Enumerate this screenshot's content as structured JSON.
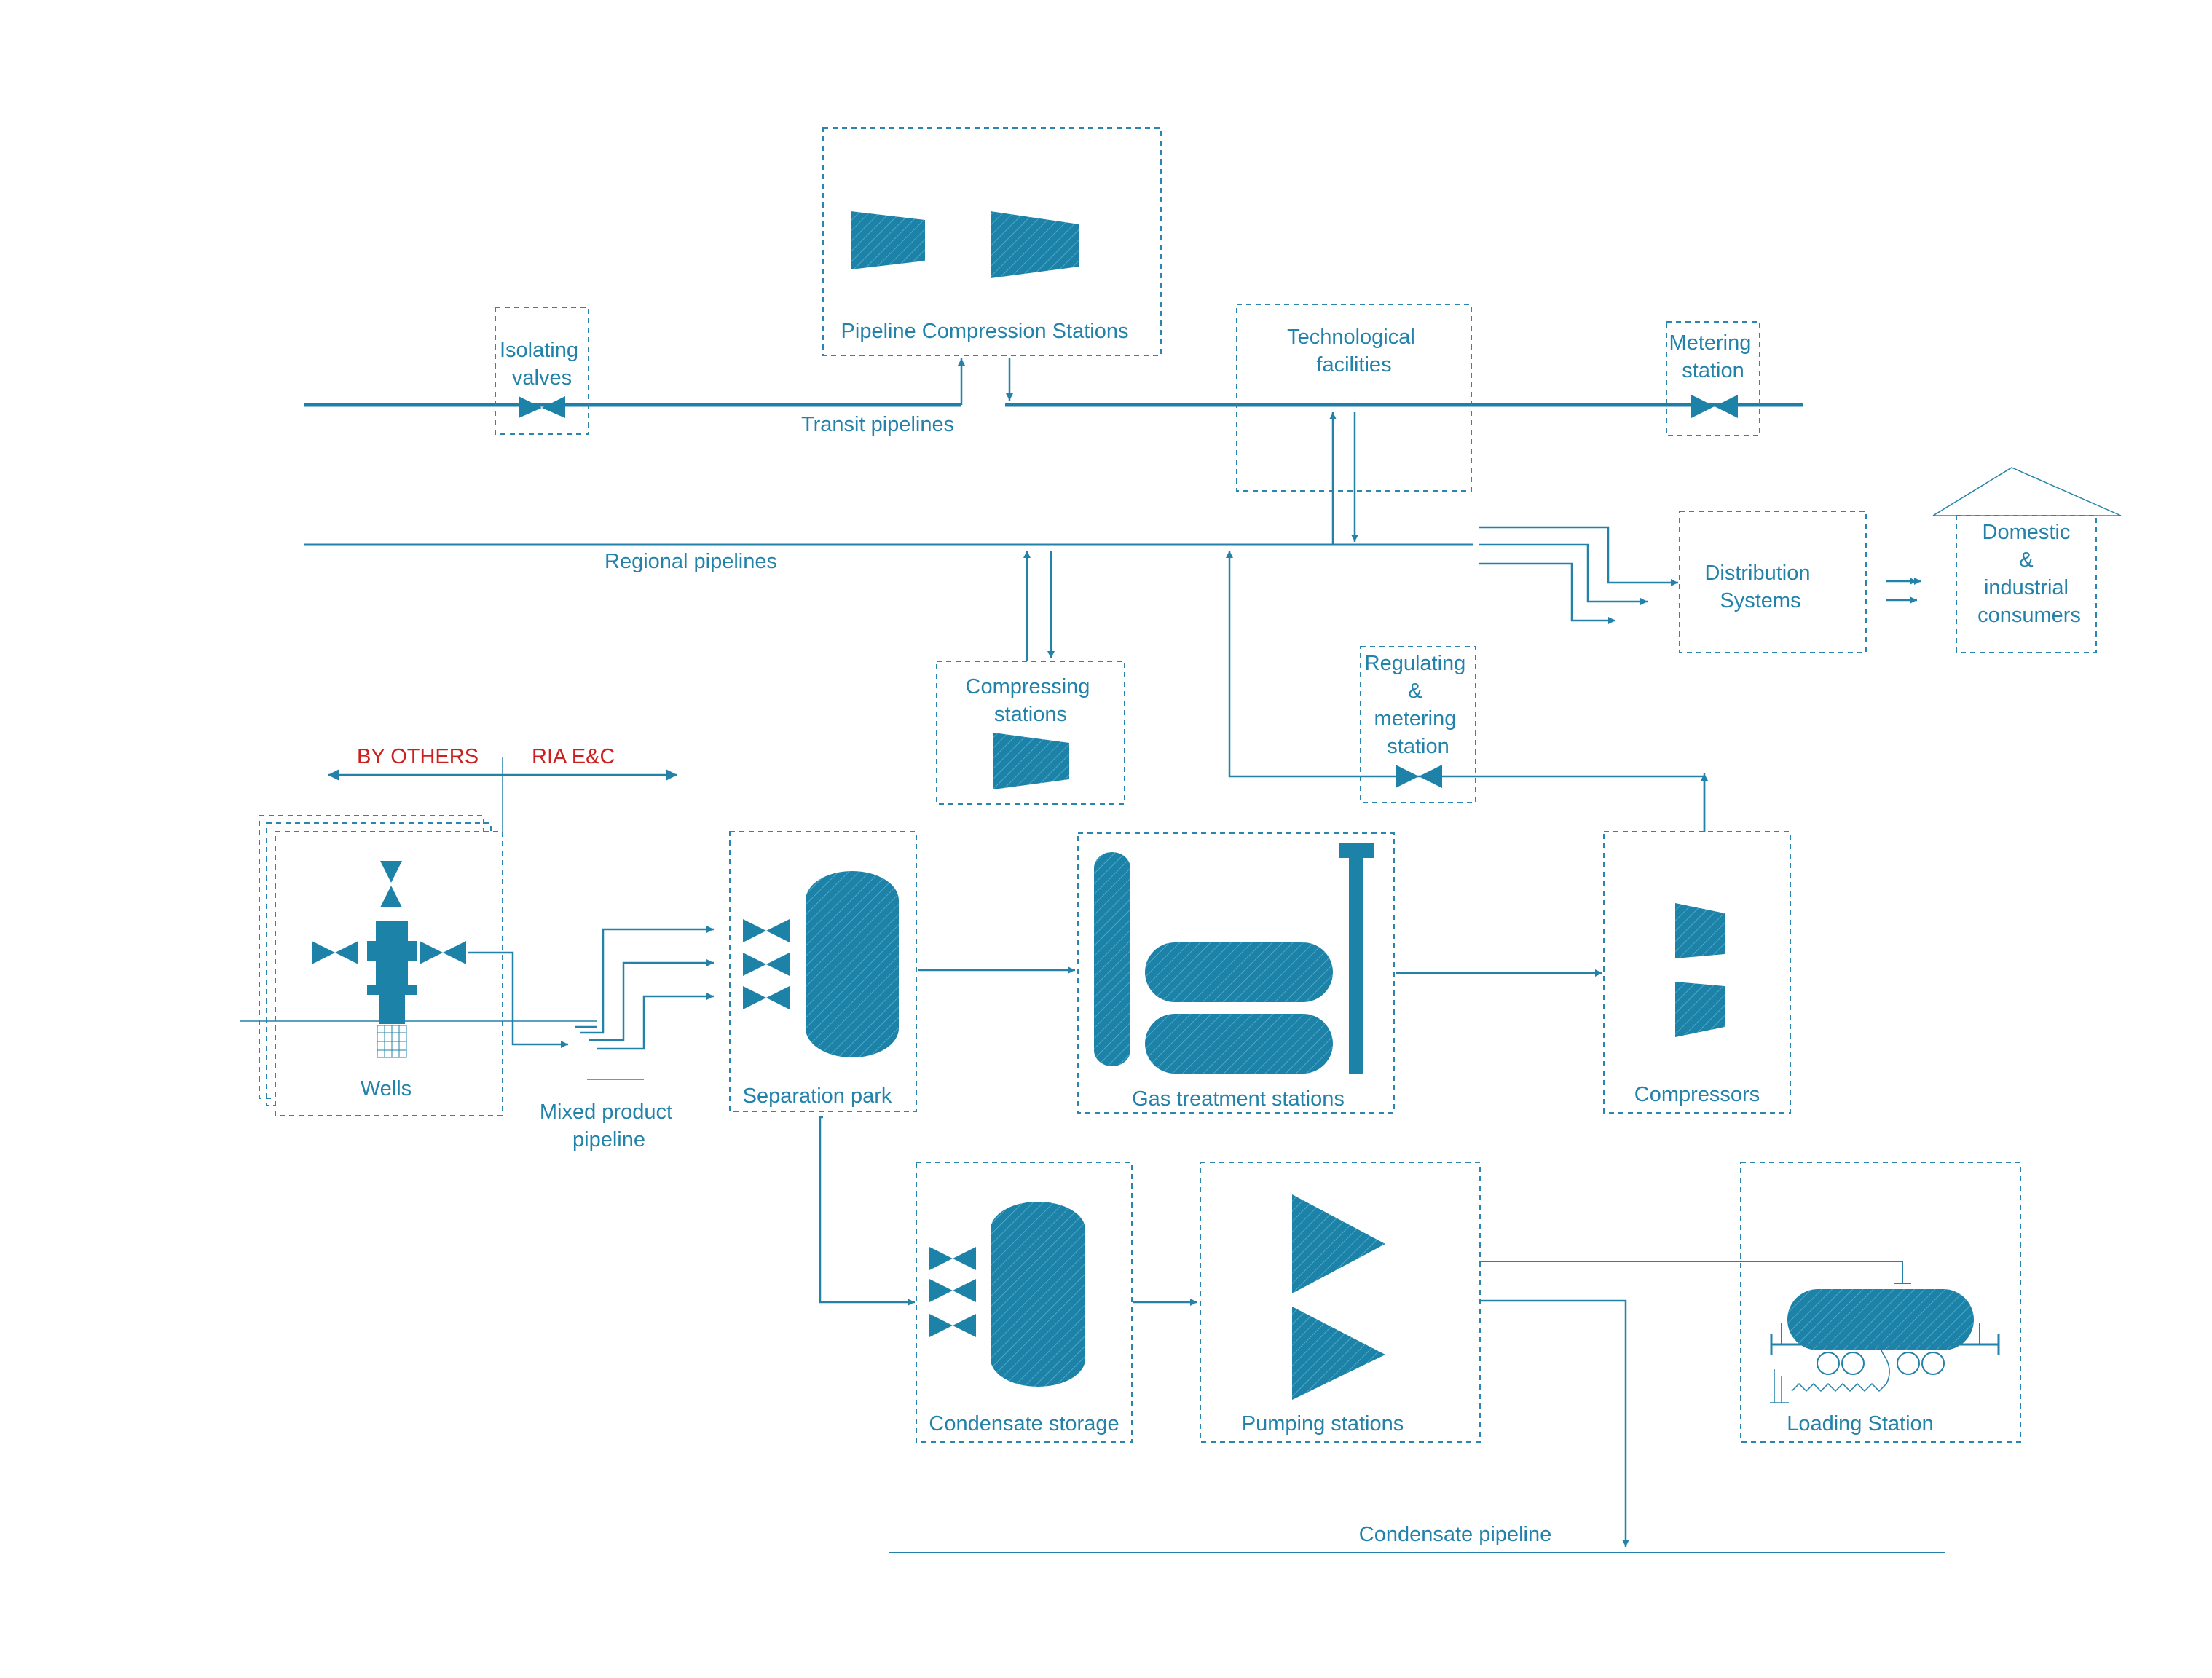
{
  "labels": {
    "pipeline_compression_stations": "Pipeline Compression Stations",
    "isolating_valves": [
      "Isolating",
      "valves"
    ],
    "transit_pipelines": "Transit pipelines",
    "technological_facilities": [
      "Technological",
      "facilities"
    ],
    "metering_station": [
      "Metering",
      "station"
    ],
    "regional_pipelines": "Regional pipelines",
    "distribution_systems": [
      "Distribution",
      "Systems"
    ],
    "domestic_consumers": [
      "Domestic",
      "&",
      "industrial",
      "consumers"
    ],
    "compressing_stations": [
      "Compressing",
      "stations"
    ],
    "regulating_metering_station": [
      "Regulating",
      "&",
      "metering",
      "station"
    ],
    "by_others": "BY OTHERS",
    "ria_ec": "RIA E&C",
    "wells": "Wells",
    "mixed_product_pipeline": [
      "Mixed product",
      "pipeline"
    ],
    "separation_park": "Separation park",
    "gas_treatment_stations": "Gas treatment stations",
    "compressors": "Compressors",
    "condensate_storage": "Condensate storage",
    "pumping_stations": "Pumping stations",
    "loading_station": "Loading Station",
    "condensate_pipeline": "Condensate pipeline"
  },
  "colors": {
    "line": "#2282aa",
    "equipment": "#1c82a8",
    "boundary_label": "#cc1f1f"
  }
}
